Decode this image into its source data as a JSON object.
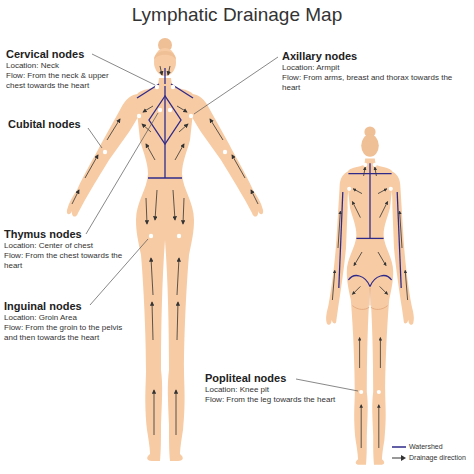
{
  "diagram": {
    "title": "Lymphatic Drainage Map",
    "labels": [
      "Cervical nodes",
      "Location: Neck",
      "Flow: From the neck & upper chest towards the heart",
      "Axillary nodes",
      "Location: Armpit",
      "Flow: From arms, breast and thorax towards the heart",
      "Cubital nodes",
      "Thymus nodes",
      "Location: Center of chest",
      "Flow: From the chest towards the heart",
      "Inguinal nodes",
      "Location: Groin Area",
      "Flow: From the groin to the pelvis and then towards the heart",
      "Popliteal nodes",
      "Location: Knee pit",
      "Flow: From the leg towards the heart"
    ],
    "legend": [
      {
        "text": "Watershed"
      },
      {
        "text": "Drainage direction"
      }
    ]
  }
}
